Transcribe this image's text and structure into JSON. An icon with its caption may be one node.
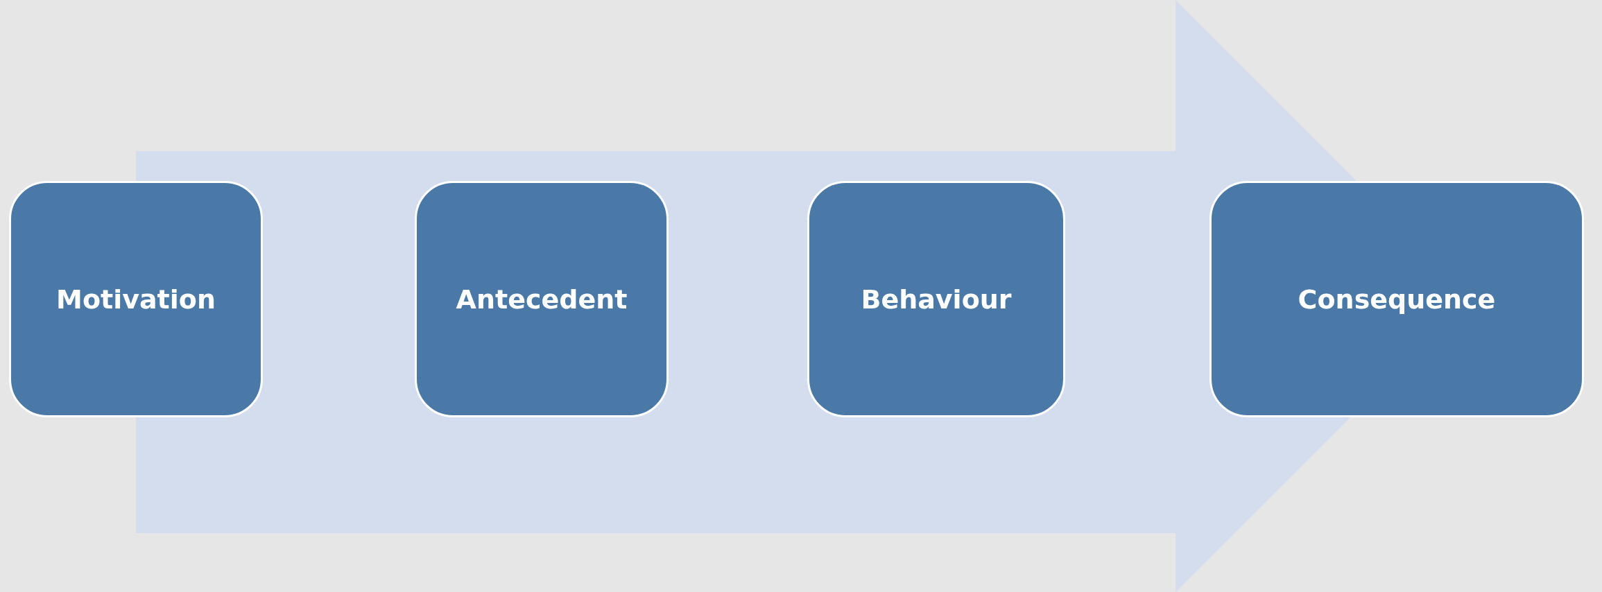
{
  "diagram": {
    "nodes": [
      {
        "text": [
          "Motivation"
        ]
      },
      {
        "text": [
          "Antecedent"
        ]
      },
      {
        "text": [
          "Behaviour"
        ]
      },
      {
        "text": [
          "Consequence"
        ]
      }
    ],
    "edges": [
      {
        "from": 0,
        "to": 3,
        "arrow": "to"
      }
    ]
  }
}
